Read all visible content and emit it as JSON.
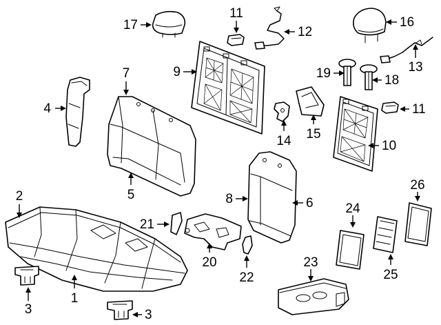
{
  "callouts": [
    {
      "label": "1"
    },
    {
      "label": "2"
    },
    {
      "label": "3"
    },
    {
      "label": "3"
    },
    {
      "label": "4"
    },
    {
      "label": "5"
    },
    {
      "label": "6"
    },
    {
      "label": "7"
    },
    {
      "label": "8"
    },
    {
      "label": "9"
    },
    {
      "label": "10"
    },
    {
      "label": "11"
    },
    {
      "label": "11"
    },
    {
      "label": "12"
    },
    {
      "label": "13"
    },
    {
      "label": "14"
    },
    {
      "label": "15"
    },
    {
      "label": "16"
    },
    {
      "label": "17"
    },
    {
      "label": "18"
    },
    {
      "label": "19"
    },
    {
      "label": "20"
    },
    {
      "label": "21"
    },
    {
      "label": "22"
    },
    {
      "label": "23"
    },
    {
      "label": "24"
    },
    {
      "label": "25"
    },
    {
      "label": "26"
    }
  ]
}
